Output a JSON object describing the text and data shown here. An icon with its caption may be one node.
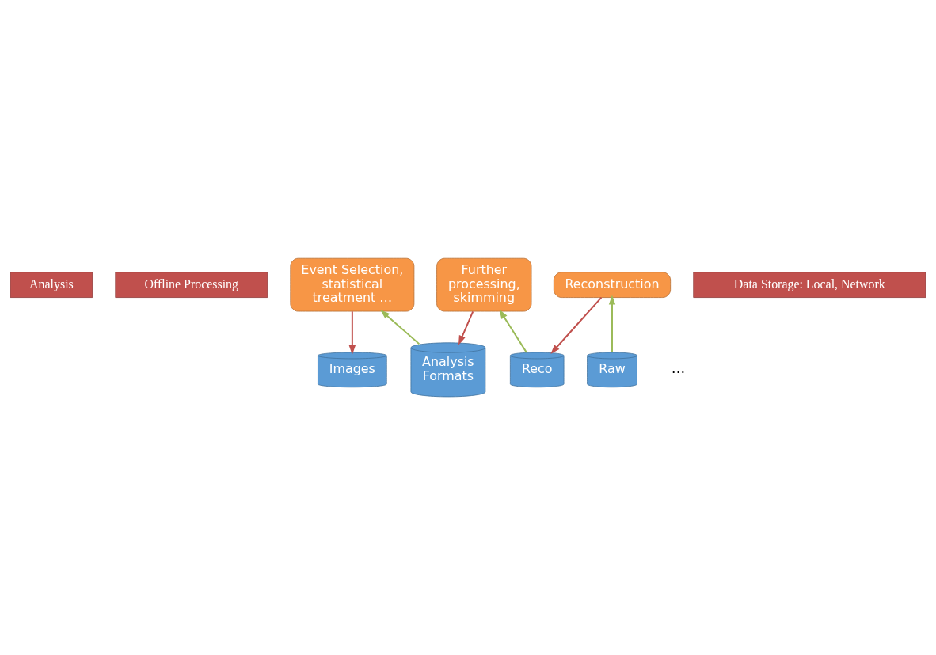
{
  "diagram": {
    "nodes": [
      {
        "text": [
          "Analysis"
        ]
      },
      {
        "text": [
          "Offline Processing"
        ]
      },
      {
        "text": [
          "Event Selection, statistical treatment …"
        ]
      },
      {
        "text": [
          "Further processing, skimming"
        ]
      },
      {
        "text": [
          "Reconstruction"
        ]
      },
      {
        "text": [
          "Raw"
        ]
      },
      {
        "text": [
          "Reco"
        ]
      },
      {
        "text": [
          "Analysis Formats"
        ]
      },
      {
        "text": [
          "Images"
        ]
      },
      {
        "text": [
          "Data Storage: Local, Network"
        ]
      }
    ],
    "edges": [
      {
        "from": 5,
        "to": 4,
        "arrow": "to",
        "color": "#9bbb59"
      },
      {
        "from": 4,
        "to": 6,
        "arrow": "to",
        "color": "#c0504d"
      },
      {
        "from": 6,
        "to": 3,
        "arrow": "to",
        "color": "#9bbb59"
      },
      {
        "from": 3,
        "to": 7,
        "arrow": "to",
        "color": "#c0504d"
      },
      {
        "from": 7,
        "to": 2,
        "arrow": "to",
        "color": "#9bbb59"
      },
      {
        "from": 2,
        "to": 8,
        "arrow": "to",
        "color": "#c0504d"
      }
    ],
    "labels": [
      "…"
    ]
  }
}
